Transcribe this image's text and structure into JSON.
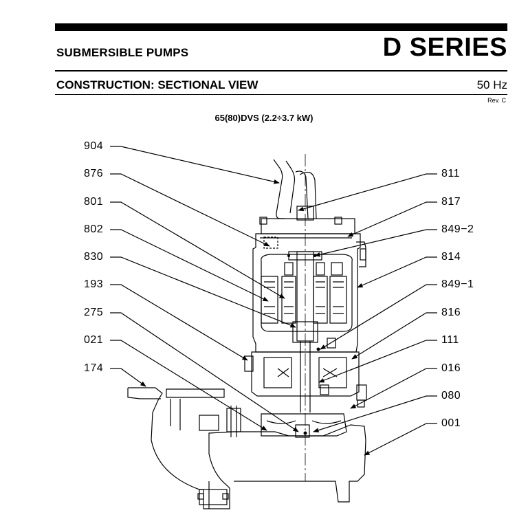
{
  "header": {
    "category": "SUBMERSIBLE PUMPS",
    "series": "D SERIES",
    "section": "CONSTRUCTION: SECTIONAL VIEW",
    "frequency": "50 Hz",
    "revision": "Rev. C"
  },
  "figure": {
    "model": "65(80)DVS (2.2÷3.7 kW)"
  },
  "parts": {
    "left": [
      "904",
      "876",
      "801",
      "802",
      "830",
      "193",
      "275",
      "021",
      "174"
    ],
    "right": [
      "811",
      "817",
      "849−2",
      "814",
      "849−1",
      "816",
      "111",
      "016",
      "080",
      "001"
    ]
  }
}
